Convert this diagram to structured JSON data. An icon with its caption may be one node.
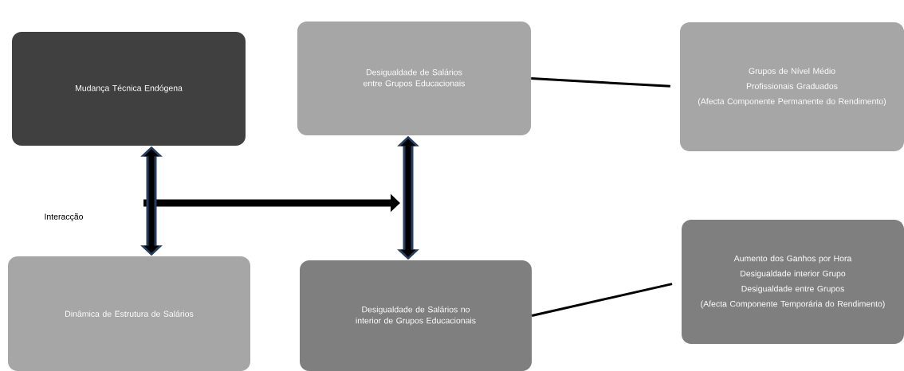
{
  "diagram": {
    "nodes": [
      {
        "text": [
          "Mudança Técnica Endógena"
        ]
      },
      {
        "text": [
          "Desigualdade de Salários entre Grupos Educacionais"
        ]
      },
      {
        "text": [
          "Grupos de Nível Médio",
          "Profissionais Graduados",
          "(Afecta Componente Permanente do Rendimento)"
        ]
      },
      {
        "text": [
          "Dinâmica de Estrutura de Salários"
        ]
      },
      {
        "text": [
          "Desigualdade de Salários no interior de Grupos Educacionais"
        ]
      },
      {
        "text": [
          "Aumento dos Ganhos por Hora",
          "Desigualdade  interior Grupo",
          "Desigualdade entre Grupos",
          "(Afecta Componente Temporária do Rendimento)"
        ]
      }
    ],
    "edges": [
      {
        "from": 0,
        "to": 3,
        "arrow": "both",
        "style": "thick"
      },
      {
        "from": 1,
        "to": 4,
        "arrow": "both",
        "style": "thick"
      },
      {
        "from": 1,
        "to": 2,
        "arrow": "none"
      },
      {
        "from": 4,
        "to": 5,
        "arrow": "none"
      }
    ],
    "labels": [
      "Interacção"
    ]
  }
}
